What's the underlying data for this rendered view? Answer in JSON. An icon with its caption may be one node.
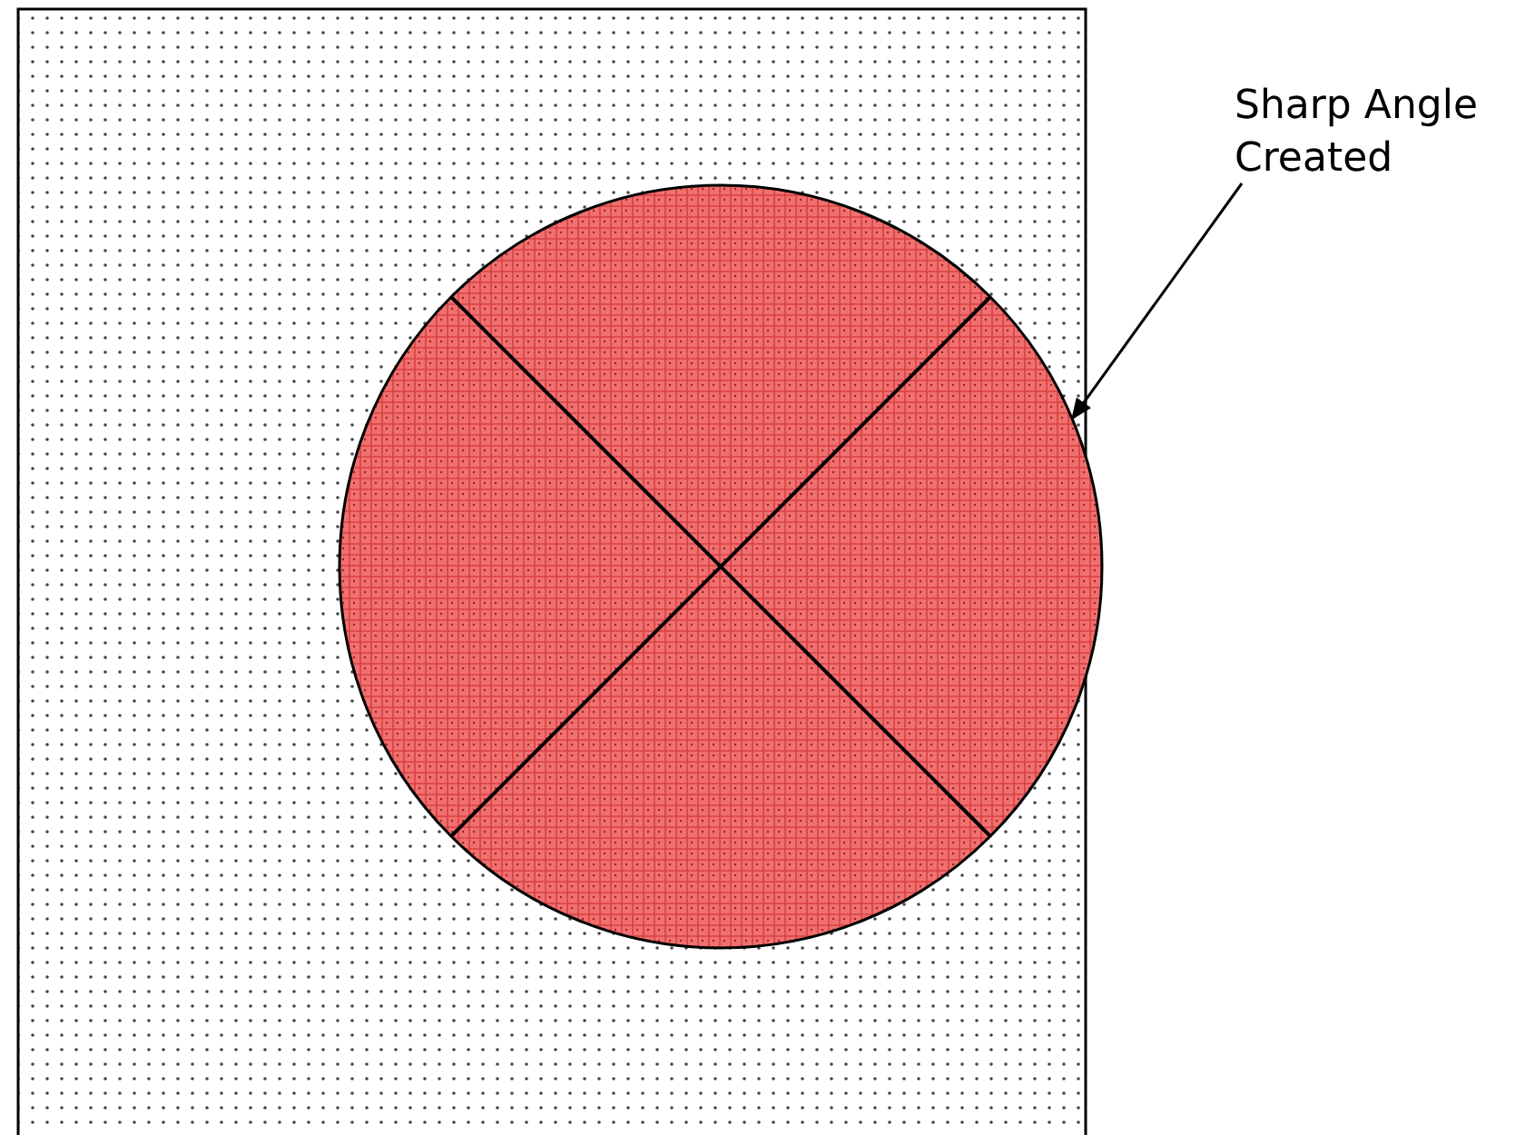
{
  "diagram": {
    "nodes": [
      {
        "text": [
          "Sharp Angle Created"
        ]
      },
      {
        "text": [],
        "shape": "circle"
      }
    ],
    "edges": [
      {
        "from": 0,
        "to": 1,
        "arrow": "to"
      }
    ]
  }
}
